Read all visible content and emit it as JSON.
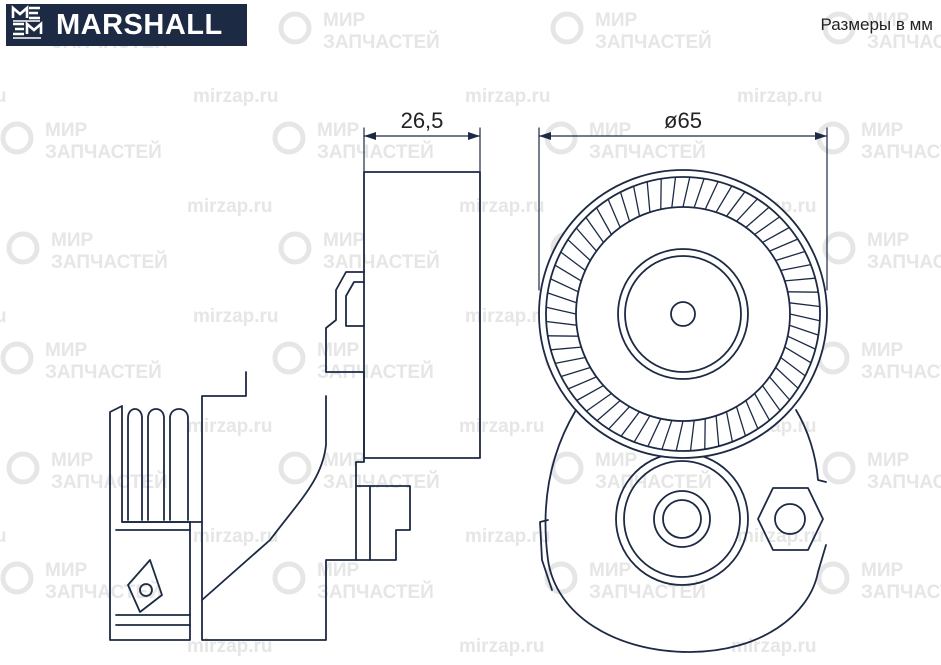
{
  "brand": {
    "name": "MARSHALL",
    "color": "#1d2a44",
    "mark": "MARSHALL monogram"
  },
  "units_note": "Размеры в мм",
  "dimensions": {
    "width_label": "26,5",
    "diameter_label": "ø65"
  },
  "watermark": {
    "line1": "МИР",
    "line2": "ЗАПЧАСТЕЙ",
    "domain": "mirzap.ru",
    "color": "#e6e6e6"
  },
  "stroke_color": "#1d2a44"
}
